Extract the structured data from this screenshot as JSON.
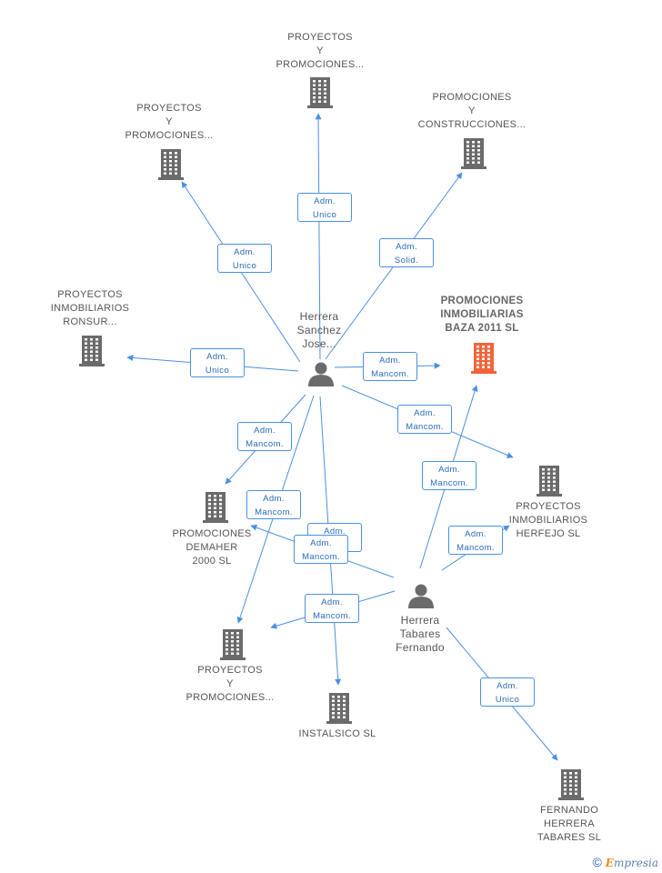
{
  "colors": {
    "edge": "#4a90e2",
    "building": "#6b6b6b",
    "focus_building": "#f0643a",
    "person": "#6b6b6b"
  },
  "nodes": [
    {
      "id": "ppc_top",
      "kind": "company",
      "lines": [
        "PROYECTOS",
        "Y",
        "PROMOCIONES..."
      ]
    },
    {
      "id": "ppc_left",
      "kind": "company",
      "lines": [
        "PROYECTOS",
        "Y",
        "PROMOCIONES..."
      ]
    },
    {
      "id": "pyc",
      "kind": "company",
      "lines": [
        "PROMOCIONES",
        "Y",
        "CONSTRUCCIONES..."
      ]
    },
    {
      "id": "pir",
      "kind": "company",
      "lines": [
        "PROYECTOS",
        "INMOBILIARIOS",
        "RONSUR..."
      ]
    },
    {
      "id": "focus",
      "kind": "company-focus",
      "lines": [
        "PROMOCIONES",
        "INMOBILIARIAS",
        "BAZA 2011 SL"
      ]
    },
    {
      "id": "herfejo",
      "kind": "company",
      "lines": [
        "PROYECTOS",
        "INMOBILIARIOS",
        "HERFEJO SL"
      ]
    },
    {
      "id": "demaher",
      "kind": "company",
      "lines": [
        "PROMOCIONES",
        "DEMAHER",
        "2000 SL"
      ]
    },
    {
      "id": "ppc_bottom",
      "kind": "company",
      "lines": [
        "PROYECTOS",
        "Y",
        "PROMOCIONES..."
      ]
    },
    {
      "id": "instalsico",
      "kind": "company",
      "lines": [
        "INSTALSICO SL"
      ]
    },
    {
      "id": "fernando_sl",
      "kind": "company",
      "lines": [
        "FERNANDO",
        "HERRERA",
        "TABARES SL"
      ]
    },
    {
      "id": "jose",
      "kind": "person",
      "lines": [
        "Herrera",
        "Sanchez",
        "Jose..."
      ]
    },
    {
      "id": "fernando",
      "kind": "person",
      "lines": [
        "Herrera",
        "Tabares",
        "Fernando"
      ]
    }
  ],
  "edges": [
    {
      "from": "jose",
      "to": "ppc_top",
      "lines": [
        "Adm.",
        "Unico"
      ]
    },
    {
      "from": "jose",
      "to": "ppc_left",
      "lines": [
        "Adm.",
        "Unico"
      ]
    },
    {
      "from": "jose",
      "to": "pyc",
      "lines": [
        "Adm.",
        "Solid."
      ]
    },
    {
      "from": "jose",
      "to": "pir",
      "lines": [
        "Adm.",
        "Unico"
      ]
    },
    {
      "from": "jose",
      "to": "focus",
      "lines": [
        "Adm.",
        "Mancom."
      ]
    },
    {
      "from": "jose",
      "to": "herfejo",
      "lines": [
        "Adm.",
        "Mancom."
      ]
    },
    {
      "from": "jose",
      "to": "demaher",
      "lines": [
        "Adm.",
        "Mancom."
      ]
    },
    {
      "from": "jose",
      "to": "ppc_bottom",
      "lines": [
        "Adm.",
        "Mancom."
      ]
    },
    {
      "from": "jose",
      "to": "instalsico",
      "lines": [
        "Adm.",
        "Unico"
      ]
    },
    {
      "from": "fernando",
      "to": "focus",
      "lines": [
        "Adm.",
        "Mancom."
      ]
    },
    {
      "from": "fernando",
      "to": "herfejo",
      "lines": [
        "Adm.",
        "Mancom."
      ]
    },
    {
      "from": "fernando",
      "to": "demaher",
      "lines": [
        "Adm.",
        "Mancom."
      ]
    },
    {
      "from": "fernando",
      "to": "ppc_bottom",
      "lines": [
        "Adm.",
        "Mancom."
      ]
    },
    {
      "from": "fernando",
      "to": "fernando_sl",
      "lines": [
        "Adm.",
        "Unico"
      ]
    }
  ],
  "footer": {
    "copyright": "©",
    "brand_first": "E",
    "brand_rest": "mpresia"
  }
}
